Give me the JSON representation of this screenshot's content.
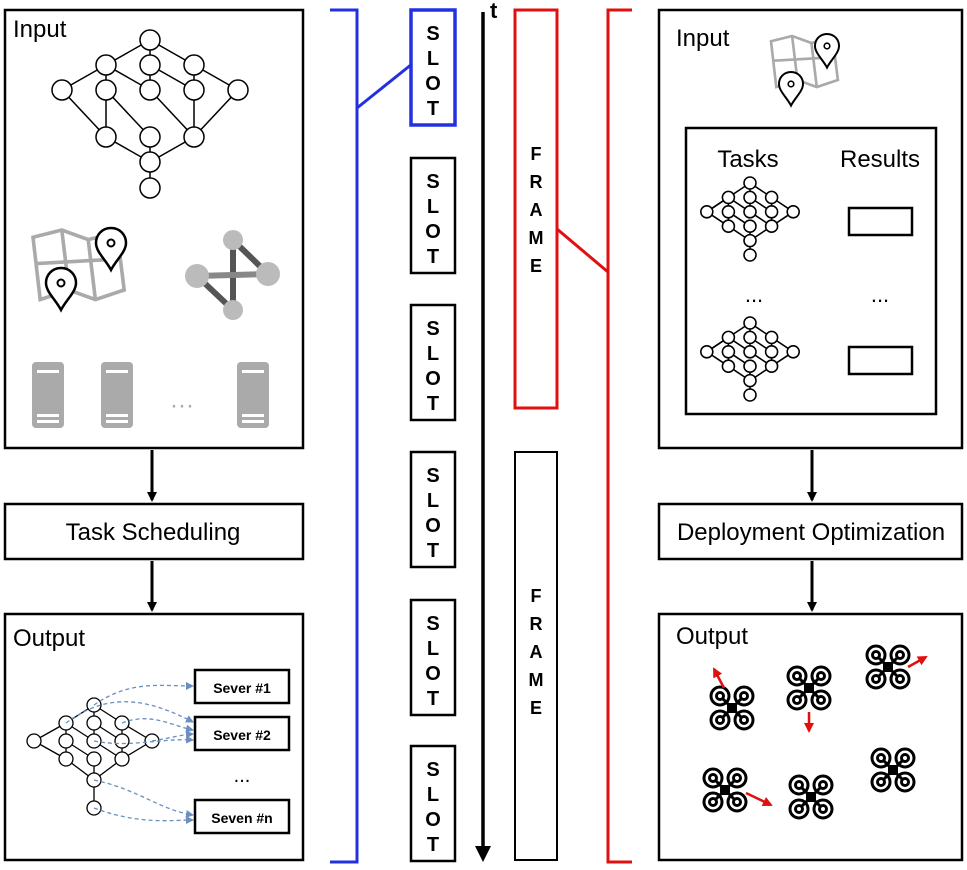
{
  "left_panel": {
    "input_title": "Input",
    "ellipsis": "···",
    "process_label": "Task Scheduling",
    "output_title": "Output",
    "servers": [
      "Sever #1",
      "Sever #2",
      "Seven #n"
    ],
    "server_ellipsis": "..."
  },
  "timeline": {
    "axis_label": "t",
    "slot_letters": [
      "S",
      "L",
      "O",
      "T"
    ],
    "frame_letters": [
      "F",
      "R",
      "A",
      "M",
      "E"
    ]
  },
  "right_panel": {
    "input_title": "Input",
    "tasks_header": "Tasks",
    "results_header": "Results",
    "task_ellipsis": "...",
    "result_ellipsis": "...",
    "process_label": "Deployment Optimization",
    "output_title": "Output"
  },
  "colors": {
    "slot_highlight": "#2230e0",
    "frame_highlight": "#e01010",
    "edge_dashed": "#6a8fc0",
    "icon_gray": "#aaaaaa",
    "arrow_red": "#e01010"
  }
}
